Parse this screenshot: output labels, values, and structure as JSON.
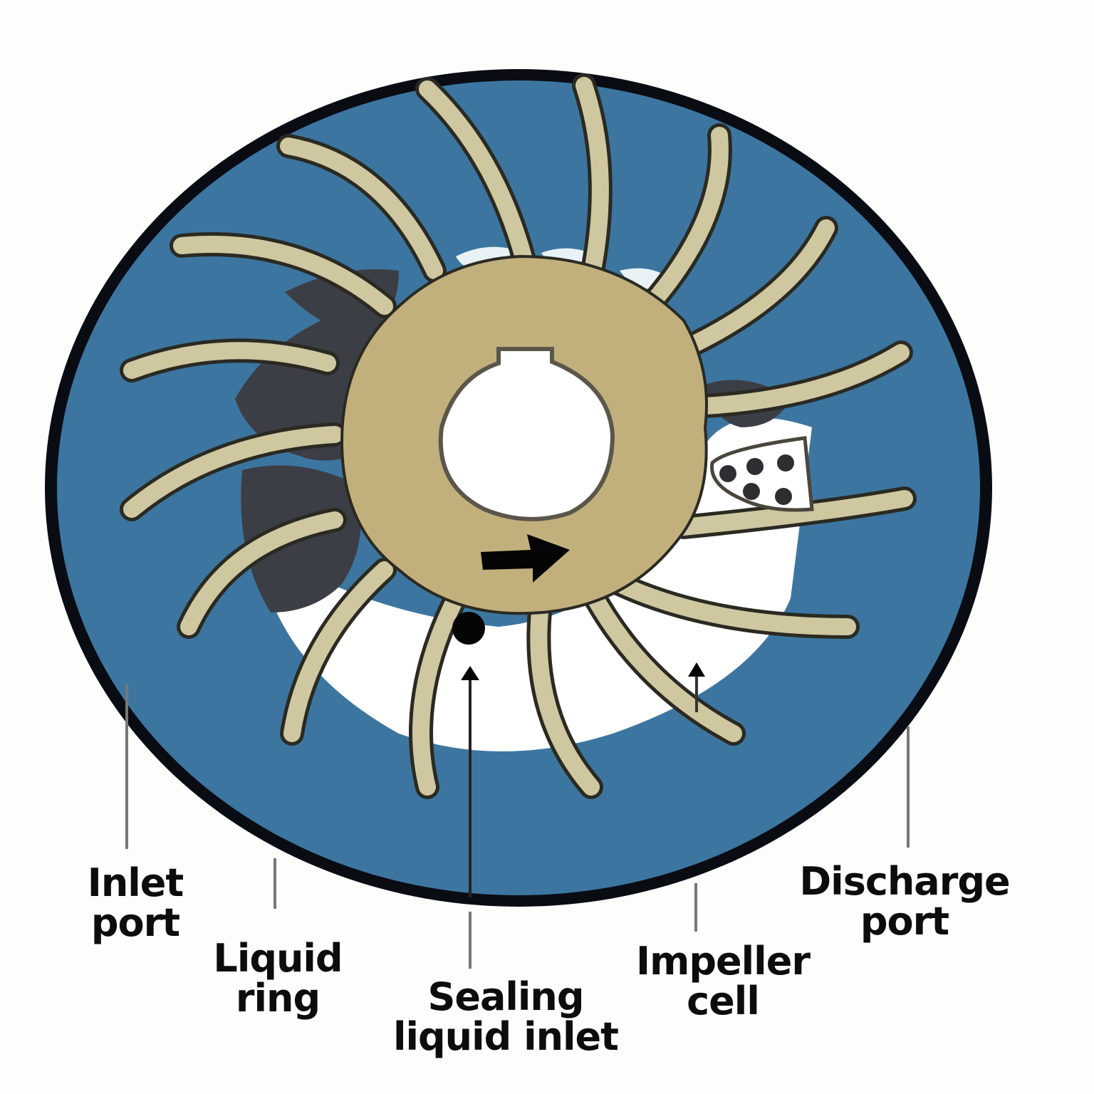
{
  "diagram": {
    "title": "",
    "colors": {
      "background": "#fdfdfc",
      "casing_outline": "#0a0c14",
      "liquid_ring": "#3c76a0",
      "impeller": "#c2b07c",
      "blade_edge": "#dcd6b4",
      "gas_pocket": "#3c3e46",
      "void": "#ffffff",
      "ink": "#0c0c0c"
    },
    "rotation_direction": "clockwise",
    "impeller_blade_count": 16
  },
  "labels": {
    "inlet_port": {
      "line1": "Inlet",
      "line2": "port"
    },
    "liquid_ring": {
      "line1": "Liquid",
      "line2": "ring"
    },
    "sealing_liquid_inlet": {
      "line1": "Sealing",
      "line2": "liquid inlet"
    },
    "impeller_cell": {
      "line1": "Impeller",
      "line2": "cell"
    },
    "discharge_port": {
      "line1": "Discharge",
      "line2": "port"
    }
  }
}
